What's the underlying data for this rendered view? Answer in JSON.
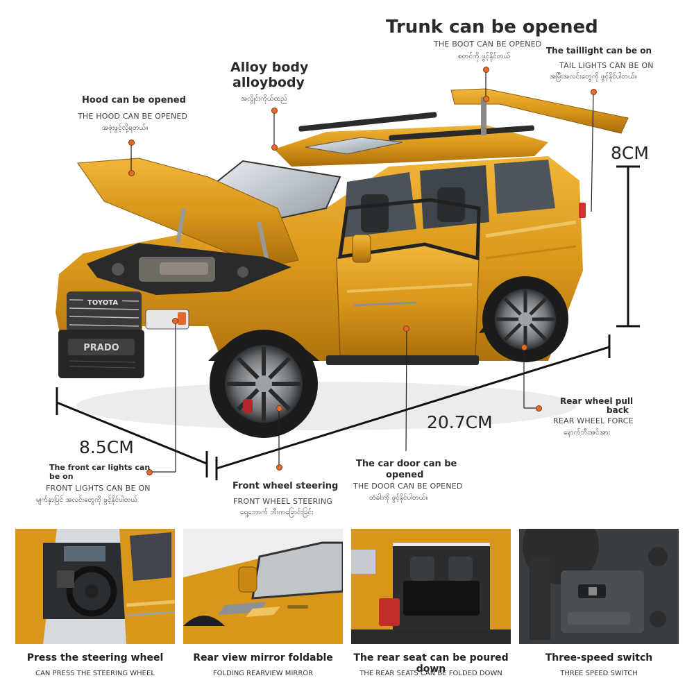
{
  "callouts": {
    "trunk": {
      "title": "Trunk can be opened",
      "sub": "THE BOOT CAN BE OPENED",
      "my": "စတင်ကို ဖွင့်နိုင်တယ်"
    },
    "alloy": {
      "title1": "Alloy body",
      "title2": "alloybody",
      "my": "အလွိုင်းကိုယ်ထည်"
    },
    "hood": {
      "title": "Hood can be opened",
      "sub": "THE HOOD CAN BE OPENED",
      "my": "အဖုံးဖွင့်လို့ရတယ်။"
    },
    "taillight": {
      "title": "The taillight can be on",
      "sub": "TAIL LIGHTS CAN BE ON",
      "my": "အမြီးအလင်းတွေကို ဖွင့်နိုင်ပါတယ်။"
    },
    "rearwheel": {
      "title1": "Rear wheel pull",
      "title2": "back",
      "sub": "REAR WHEEL FORCE",
      "my": "နောက်ဘီးအင်အား"
    },
    "frontlights": {
      "title1": "The front car lights can",
      "title2": "be on",
      "sub": "FRONT LIGHTS CAN BE ON",
      "my": "မျက်နှာပြင် အလင်းတွေကို ဖွင့်နိုင်ပါတယ်"
    },
    "frontwheel": {
      "title": "Front wheel steering",
      "sub": "FRONT WHEEL STEERING",
      "my": "ရှေ့ဘောက် ဘီးကခြောင်းခြင်း"
    },
    "door": {
      "title1": "The car door can be",
      "title2": "opened",
      "sub": "THE DOOR CAN BE OPENED",
      "my": "တံခါးကို ဖွင့်နိုင်ပါတယ်။"
    }
  },
  "dimensions": {
    "height": "8CM",
    "length": "20.7CM",
    "width": "8.5CM"
  },
  "car": {
    "badge": "TOYOTA",
    "plate": "PRADO",
    "body_color": "#d99a1c"
  },
  "thumbnails": [
    {
      "title": "Press the steering wheel",
      "sub": "CAN PRESS THE STEERING WHEEL"
    },
    {
      "title": "Rear view mirror foldable",
      "sub": "FOLDING REARVIEW MIRROR"
    },
    {
      "title": "The rear seat can be poured down",
      "sub": "THE REAR SEATS CAN BE FOLDED DOWN"
    },
    {
      "title": "Three-speed switch",
      "sub": "THREE SPEED SWITCH"
    }
  ]
}
